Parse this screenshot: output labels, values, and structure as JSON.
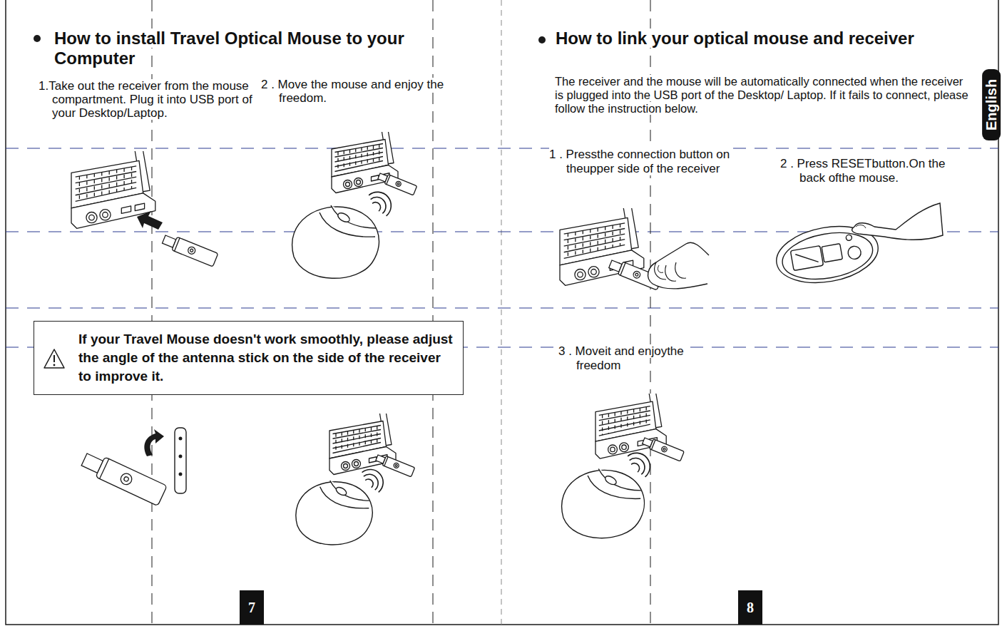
{
  "diagram": {
    "nodes": [
      {
        "text": [
          "If your Travel Mouse doesn't work smoothly, please adjust the angle of the antenna stick on the side of the receiver to improve it."
        ]
      },
      {
        "text": [
          "English"
        ]
      },
      {
        "text": [
          "7"
        ]
      },
      {
        "text": [
          "8"
        ]
      }
    ],
    "labels": [
      "How to install Travel Optical Mouse to your Computer",
      "1.Take out the receiver from the mouse compartment. Plug it into USB port of your Desktop/Laptop.",
      "2 . Move the mouse and enjoy the freedom.",
      "How to link your optical mouse and receiver",
      "The receiver and the mouse will be automatically connected when the receiver is plugged into the USB port of the Desktop/ Laptop. If it fails to connect, please follow the instruction below.",
      "1 . Pressthe connection button on theupper side of the receiver",
      "2 . Press RESETbutton.On the back ofthe mouse.",
      "3 . Moveit and enjoythe freedom"
    ]
  }
}
